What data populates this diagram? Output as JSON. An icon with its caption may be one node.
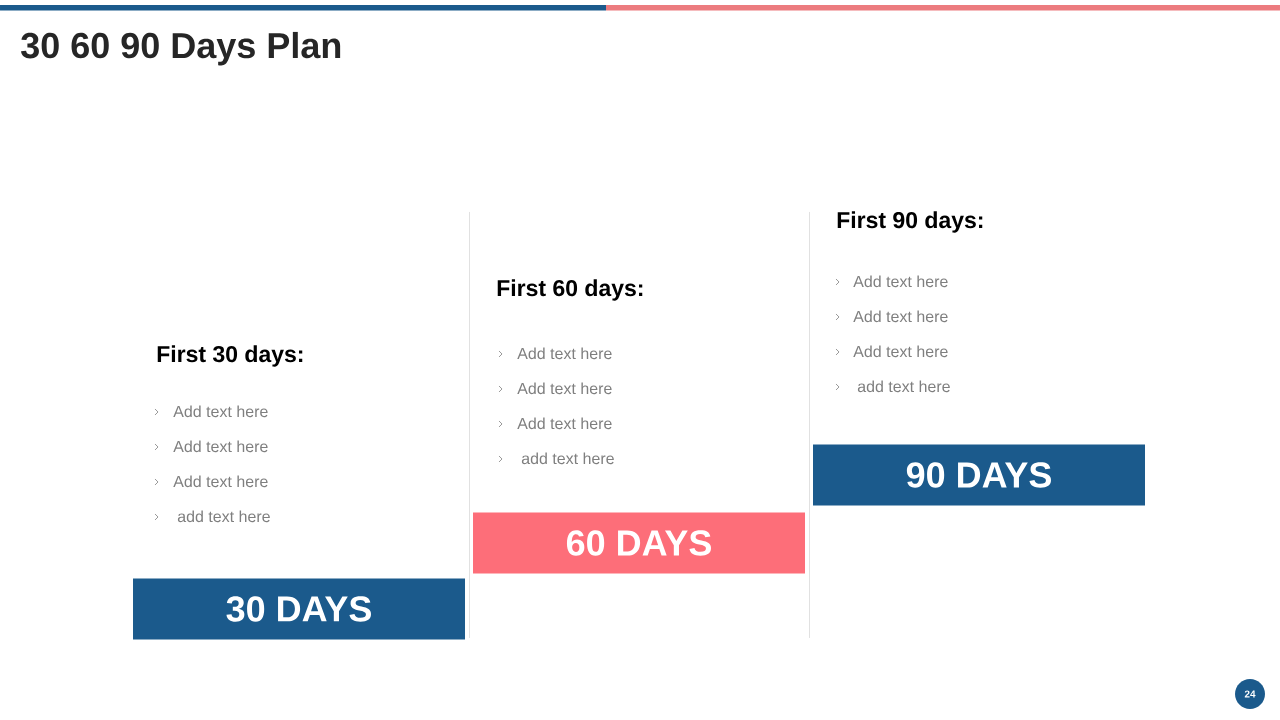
{
  "diagram": {
    "title": "30 60 90 Days Plan",
    "nodes": [
      {
        "text": [
          "30 DAYS"
        ],
        "beside": [
          "First 30 days:",
          "Add text here",
          "Add text here",
          "Add text here",
          "add text here"
        ]
      },
      {
        "text": [
          "60 DAYS"
        ],
        "beside": [
          "First 60 days:",
          "Add text here",
          "Add text here",
          "Add text here",
          "add text here"
        ]
      },
      {
        "text": [
          "90 DAYS"
        ],
        "beside": [
          "First 90 days:",
          "Add text here",
          "Add text here",
          "Add text here",
          "add text here"
        ]
      },
      {
        "text": [
          "24"
        ]
      }
    ]
  }
}
